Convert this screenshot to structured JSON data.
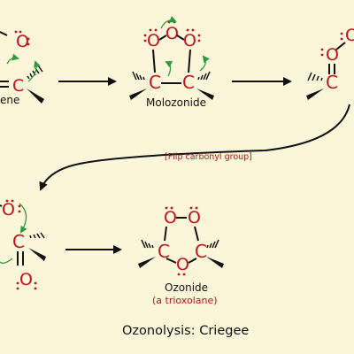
{
  "atoms": {
    "oxygen": "O",
    "carbon": "C"
  },
  "labels": {
    "alkene_partial": "ene",
    "molozonide": "Molozonide",
    "flip_note": "[Flip carbonyl group]",
    "ozonide": "Ozonide",
    "ozonide_sub": "(a trioxolane)"
  },
  "title": "Ozonolysis: Criegee",
  "colors": {
    "background": "#fbf5d9",
    "atom": "#c0141c",
    "electron_arrow": "#2f9a3c",
    "bond": "#111111"
  }
}
